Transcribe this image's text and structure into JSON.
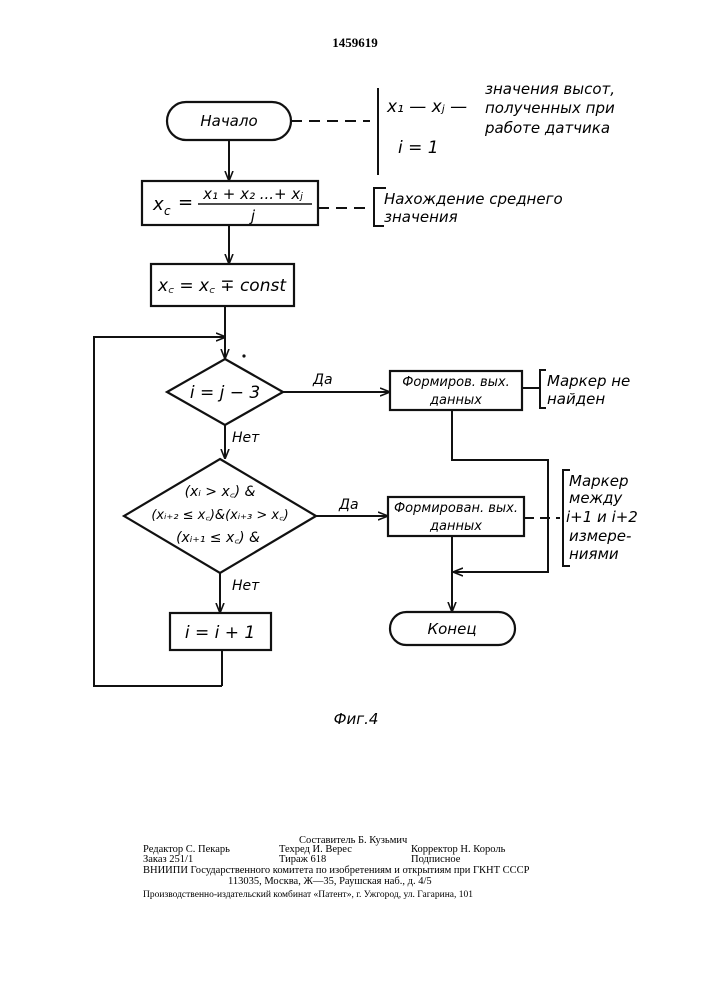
{
  "page": {
    "patent_number": "1459619",
    "figure_caption": "Фиг.4"
  },
  "flowchart": {
    "start_label": "Начало",
    "start_note": {
      "vars": "x₁ — xⱼ —",
      "line1": "значения высот,",
      "line2": "полученных при",
      "line3": "работе датчика",
      "init": "i = 1"
    },
    "mean_box": {
      "lhs": "x",
      "lhs_sub": "c",
      "equals": "=",
      "numerator": "x₁ + x₂ ...+ xⱼ",
      "denominator": "j"
    },
    "mean_note": {
      "line1": "Нахождение среднего",
      "line2": "значения"
    },
    "adjust_box": {
      "text": "x꜀ = x꜀ ∓ const"
    },
    "decision1": {
      "text": "i = j − 3",
      "yes": "Да",
      "no": "Нет"
    },
    "out1_box": {
      "line1": "Формиров. вых.",
      "line2": "данных"
    },
    "out1_note": {
      "line1": "Маркер не",
      "line2": "найден"
    },
    "decision2": {
      "line1": "(xᵢ > x꜀) &",
      "line2": "(xᵢ₊₂ ≤ x꜀)&(xᵢ₊₃ > x꜀)",
      "line3": "(xᵢ₊₁ ≤ x꜀) &",
      "yes": "Да",
      "no": "Нет"
    },
    "out2_box": {
      "line1": "Формирован. вых.",
      "line2": "данных"
    },
    "out2_note": {
      "line1": "Маркер",
      "line2": "между",
      "line3": "i+1 и i+2",
      "line4": "измере-",
      "line5": "ниями"
    },
    "increment_box": {
      "text": "i = i + 1"
    },
    "end_label": "Конец"
  },
  "imprint": {
    "compiler": "Составитель Б. Кузьмич",
    "editor": "Редактор С. Пекарь",
    "techred": "Техред И. Верес",
    "corrector": "Корректор Н. Король",
    "order": "Заказ 251/1",
    "circulation": "Тираж 618",
    "subscription": "Подписное",
    "org_line": "ВНИИПИ Государственного комитета по изобретениям и открытиям при ГКНТ СССР",
    "address_line": "113035, Москва, Ж—35, Раушская наб., д. 4/5",
    "publisher_line": "Производственно-издательский комбинат «Патент», г. Ужгород, ул. Гагарина, 101"
  }
}
